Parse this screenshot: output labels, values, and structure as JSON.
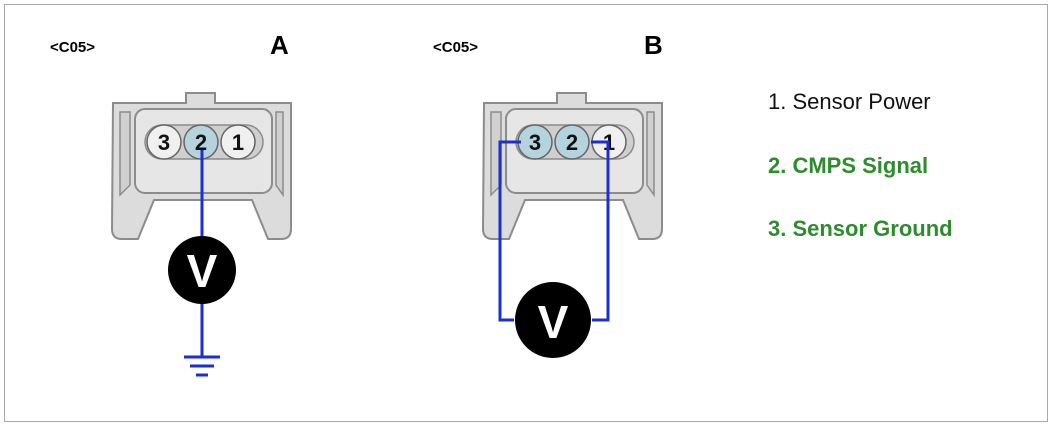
{
  "panel_a": {
    "connector_id": "<C05>",
    "letter": "A",
    "pins": [
      "3",
      "2",
      "1"
    ],
    "meter_symbol": "V"
  },
  "panel_b": {
    "connector_id": "<C05>",
    "letter": "B",
    "pins": [
      "3",
      "2",
      "1"
    ],
    "meter_symbol": "V"
  },
  "legend": [
    {
      "text": "1. Sensor Power",
      "color": "#111111"
    },
    {
      "text": "2. CMPS Signal",
      "color": "#2e8b2e"
    },
    {
      "text": "3. Sensor Ground",
      "color": "#2e8b2e"
    }
  ],
  "colors": {
    "wire": "#1a2fd6",
    "connector_fill": "#dcdcdc",
    "connector_stroke": "#8c8c8c",
    "pin_fill": "#f0f0f0",
    "pin_highlight": "#b5d3dc",
    "meter_fill": "#000000",
    "frame_border": "#a9a9a9"
  }
}
